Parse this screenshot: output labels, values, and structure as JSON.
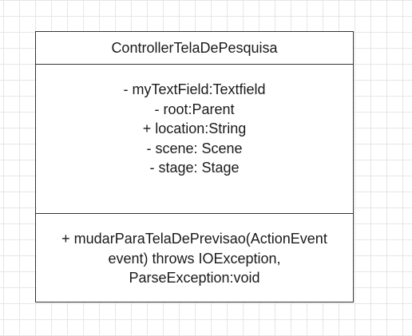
{
  "uml_class": {
    "name": "ControllerTelaDePesquisa",
    "attributes": [
      "- myTextField:Textfield",
      "- root:Parent",
      "+ location:String",
      "- scene: Scene",
      "- stage: Stage"
    ],
    "operations": [
      "+ mudarParaTelaDePrevisao(ActionEvent",
      "event) throws IOException,",
      "ParseException:void"
    ]
  },
  "colors": {
    "border": "#333333",
    "grid": "#e6e6e6",
    "text": "#1a1a1a"
  }
}
